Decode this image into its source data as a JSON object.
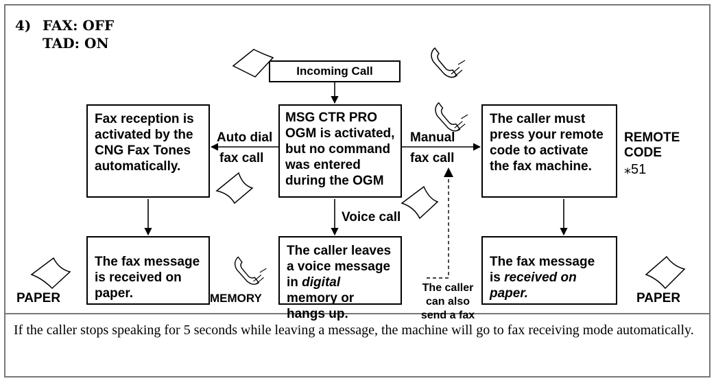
{
  "heading": {
    "number": "4)",
    "fax_line": "FAX: OFF",
    "tad_line": "TAD: ON"
  },
  "boxes": {
    "incoming": "Incoming Call",
    "center": "MSG CTR PRO OGM is activated, but no command was entered during the OGM",
    "left_top": "Fax reception is activated by the CNG Fax Tones automatically.",
    "right_top": "The caller must press your remote code to activate the fax machine.",
    "left_bottom": "The fax message is received on paper.",
    "center_bottom_before": "The caller leaves a voice message in ",
    "center_bottom_italic": "digital",
    "center_bottom_after": " memory or hangs up.",
    "right_bottom_plain": "The fax message is ",
    "right_bottom_italic": "received on paper."
  },
  "labels": {
    "auto_dial": "Auto dial",
    "auto_fax_call": "fax call",
    "manual": "Manual",
    "manual_fax_call": "fax call",
    "voice_call": "Voice call",
    "remote_code_title": "REMOTE CODE",
    "remote_code_value": "⁎51",
    "paper_left": "PAPER",
    "paper_right": "PAPER",
    "memory": "MEMORY",
    "also_fax": "The caller can also send a fax"
  },
  "footnote": "If the caller stops speaking for 5 seconds while leaving a message, the machine will go to fax receiving mode automatically.",
  "icons": [
    "paper-icon",
    "handset-icon"
  ]
}
